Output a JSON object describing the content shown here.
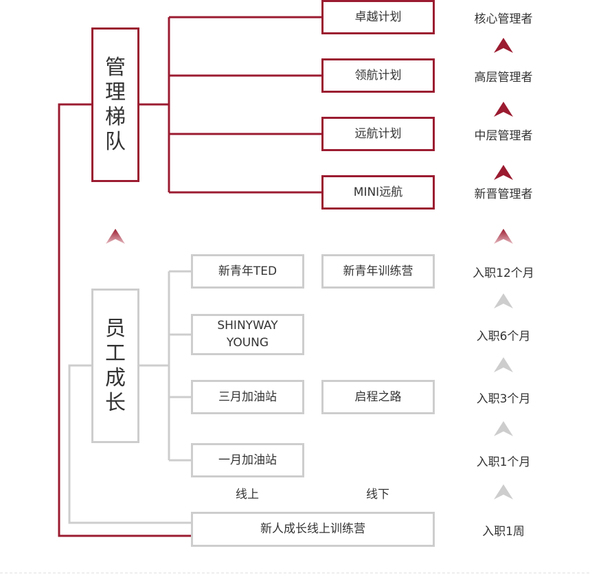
{
  "management": {
    "column_chars": [
      "管",
      "理",
      "梯",
      "队"
    ],
    "programs": [
      "卓越计划",
      "领航计划",
      "远航计划",
      "MINI远航"
    ],
    "levels": [
      "核心管理者",
      "高层管理者",
      "中层管理者",
      "新晋管理者"
    ]
  },
  "growth": {
    "column_chars": [
      "员",
      "工",
      "成",
      "长"
    ],
    "online": [
      "新青年TED",
      "SHINYWAY YOUNG",
      "三月加油站",
      "一月加油站"
    ],
    "offline": [
      "新青年训练营",
      "启程之路"
    ],
    "stages": [
      "入职12个月",
      "入职6个月",
      "入职3个月",
      "入职1个月",
      "入职1周"
    ],
    "online_label": "线上",
    "offline_label": "线下",
    "newcomer_camp": "新人成长线上训练营"
  },
  "colors": {
    "red": "#9b1b30",
    "grey": "#cdcdcd"
  }
}
